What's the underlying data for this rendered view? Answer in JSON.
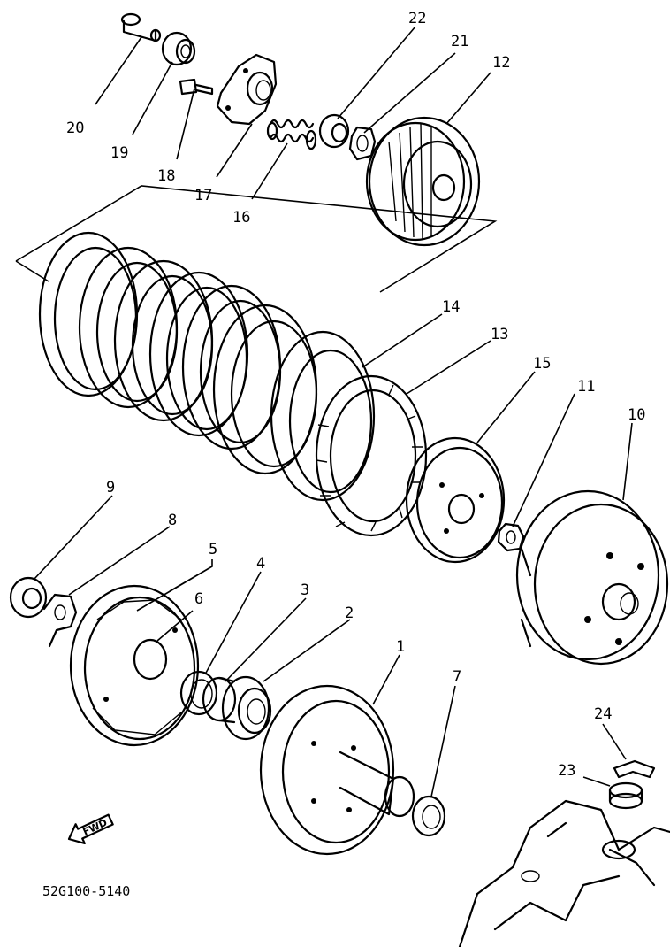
{
  "callouts": [
    {
      "id": "20",
      "label": "20"
    },
    {
      "id": "19",
      "label": "19"
    },
    {
      "id": "18",
      "label": "18"
    },
    {
      "id": "17",
      "label": "17"
    },
    {
      "id": "16",
      "label": "16"
    },
    {
      "id": "22",
      "label": "22"
    },
    {
      "id": "21",
      "label": "21"
    },
    {
      "id": "12",
      "label": "12"
    },
    {
      "id": "14",
      "label": "14"
    },
    {
      "id": "13",
      "label": "13"
    },
    {
      "id": "15",
      "label": "15"
    },
    {
      "id": "11",
      "label": "11"
    },
    {
      "id": "10",
      "label": "10"
    },
    {
      "id": "9",
      "label": "9"
    },
    {
      "id": "8",
      "label": "8"
    },
    {
      "id": "5",
      "label": "5"
    },
    {
      "id": "6",
      "label": "6"
    },
    {
      "id": "4",
      "label": "4"
    },
    {
      "id": "3",
      "label": "3"
    },
    {
      "id": "2",
      "label": "2"
    },
    {
      "id": "1",
      "label": "1"
    },
    {
      "id": "7",
      "label": "7"
    },
    {
      "id": "24",
      "label": "24"
    },
    {
      "id": "23",
      "label": "23"
    }
  ],
  "direction_label": "FWD",
  "diagram_code": "52G100-5140"
}
